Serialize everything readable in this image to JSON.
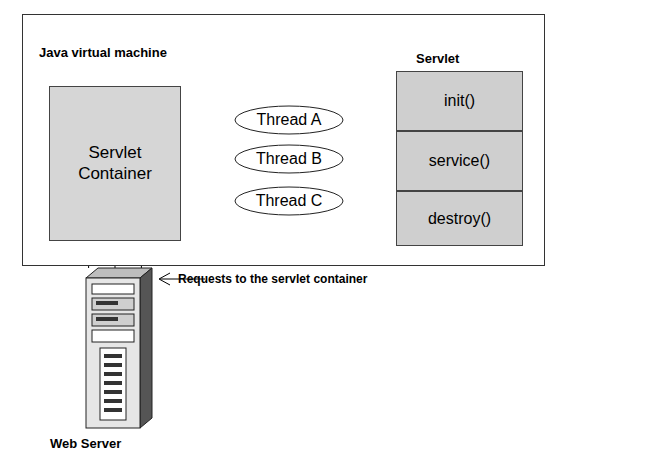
{
  "diagram": {
    "nodes": [
      {
        "text": [
          "Java virtual machine"
        ]
      },
      {
        "text": [
          "Servlet Container"
        ],
        "in": 0
      },
      {
        "text": [
          "Thread A"
        ],
        "in": 0
      },
      {
        "text": [
          "Thread B"
        ],
        "in": 0
      },
      {
        "text": [
          "Thread C"
        ],
        "in": 0
      },
      {
        "text": [
          "Servlet"
        ],
        "in": 0
      },
      {
        "text": [
          "init()"
        ],
        "in": 5
      },
      {
        "text": [
          "service()"
        ],
        "in": 5
      },
      {
        "text": [
          "destroy()"
        ],
        "in": 5
      },
      {
        "text": [
          "Web Server"
        ]
      }
    ],
    "edges": [
      {
        "from": 1,
        "to": 2,
        "arrow": "to"
      },
      {
        "from": 1,
        "to": 3,
        "arrow": "to"
      },
      {
        "from": 1,
        "to": 4,
        "arrow": "to"
      },
      {
        "from": 2,
        "to": 7,
        "arrow": "to"
      },
      {
        "from": 3,
        "to": 7,
        "arrow": "to"
      },
      {
        "from": 4,
        "to": 7,
        "arrow": "to"
      },
      {
        "from": 1,
        "to": 6,
        "arrow": "to"
      },
      {
        "from": 1,
        "to": 8,
        "arrow": "to"
      },
      {
        "from": 9,
        "to": 1,
        "arrow": "to"
      },
      {
        "from": 9,
        "to": 1,
        "arrow": "to"
      },
      {
        "from": 9,
        "to": 1,
        "arrow": "to"
      }
    ],
    "labels": [
      "Requests to the servlet container"
    ]
  }
}
